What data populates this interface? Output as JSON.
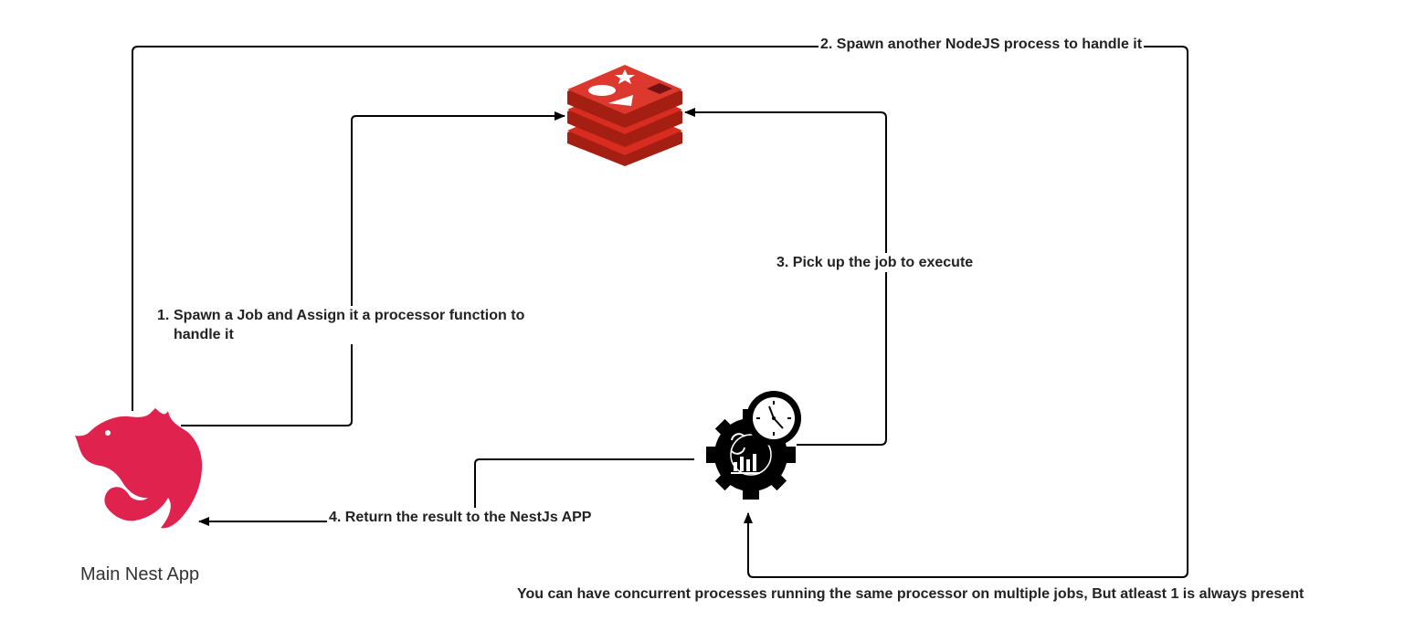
{
  "colors": {
    "connector": "#000000",
    "redis_red": "#d82c20",
    "redis_dark": "#a41e11",
    "nest_red": "#e0234e",
    "text": "#222222"
  },
  "nodes": {
    "nest_app": {
      "icon": "nestjs-logo-icon",
      "caption": "Main Nest App"
    },
    "redis": {
      "icon": "redis-logo-icon"
    },
    "processor": {
      "icon": "gear-clock-processor-icon"
    }
  },
  "edges": {
    "spawn_job": {
      "number": "1.",
      "text": "Spawn a Job and Assign it a processor function to handle it"
    },
    "spawn_process": {
      "text": "2. Spawn another NodeJS process to handle it"
    },
    "pick_up": {
      "text": "3. Pick up the job to execute"
    },
    "return_result": {
      "text": "4. Return the result to the NestJs APP"
    }
  },
  "note": "You can have concurrent processes running the same processor on multiple jobs, But atleast 1 is always present"
}
